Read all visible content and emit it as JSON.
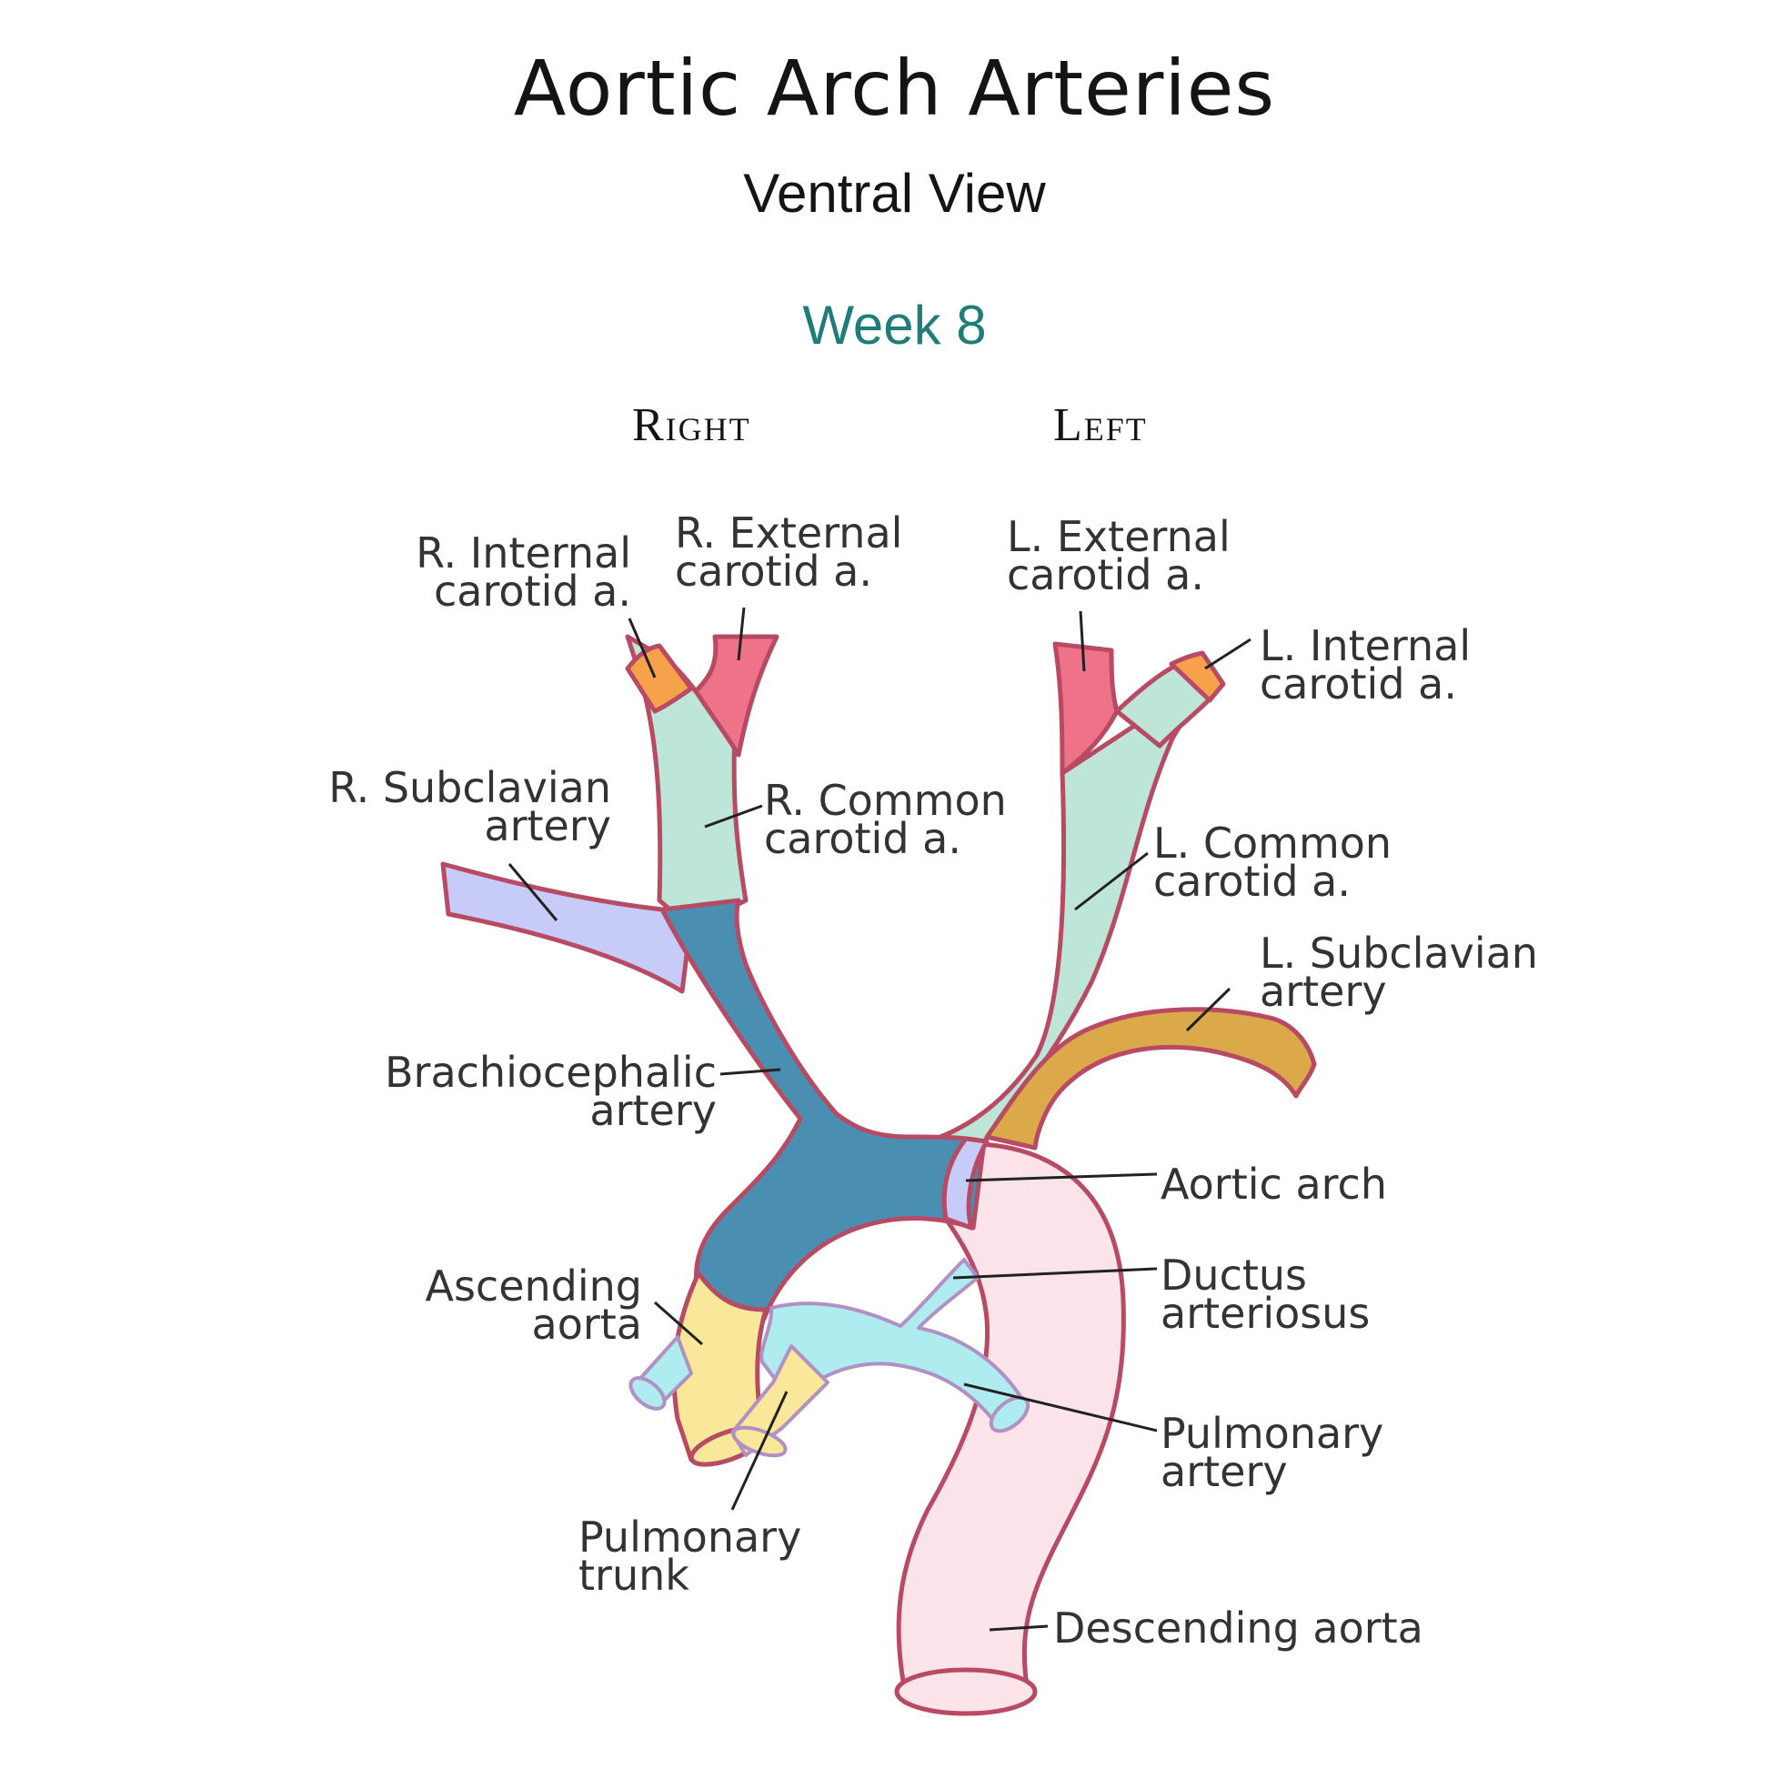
{
  "title": "Aortic Arch Arteries",
  "subtitle": "Ventral View",
  "stage": "Week 8",
  "sides": {
    "right": "Right",
    "left": "Left"
  },
  "labels": {
    "r_internal_carotid": [
      "R. Internal",
      "carotid a."
    ],
    "r_external_carotid": [
      "R. External",
      "carotid a."
    ],
    "l_external_carotid": [
      "L. External",
      "carotid a."
    ],
    "l_internal_carotid": [
      "L. Internal",
      "carotid a."
    ],
    "r_subclavian": [
      "R. Subclavian",
      "artery"
    ],
    "r_common_carotid": [
      "R. Common",
      "carotid a."
    ],
    "l_common_carotid": [
      "L. Common",
      "carotid a."
    ],
    "l_subclavian": [
      "L. Subclavian",
      "artery"
    ],
    "brachiocephalic": [
      "Brachiocephalic",
      "artery"
    ],
    "aortic_arch": [
      "Aortic arch"
    ],
    "ductus": [
      "Ductus",
      "arteriosus"
    ],
    "ascending_aorta": [
      "Ascending",
      "aorta"
    ],
    "pulmonary_artery": [
      "Pulmonary",
      "artery"
    ],
    "pulmonary_trunk": [
      "Pulmonary",
      "trunk"
    ],
    "descending_aorta": [
      "Descending aorta"
    ]
  },
  "colors": {
    "title": "#141414",
    "stage": "#1e7d78",
    "outline": "#b84a63",
    "internal_carotid": "#f7a24b",
    "external_carotid": "#ee7288",
    "common_carotid": "#bde6d8",
    "subclavian_right": "#c6cbf7",
    "subclavian_left": "#dca94a",
    "brachiocephalic": "#4a8fb2",
    "aortic_arch_segment": "#c6cbf7",
    "descending_aorta": "#fde4ea",
    "ascending_aorta": "#f9e89a",
    "pulmonary": "#aeecef",
    "pulmonary_outline": "#b190c4"
  }
}
